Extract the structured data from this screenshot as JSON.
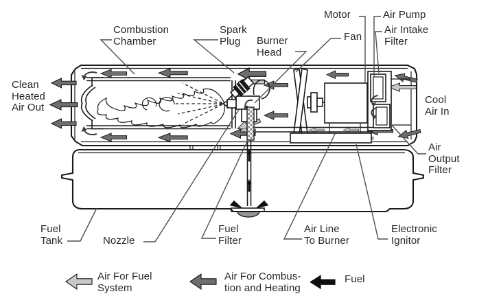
{
  "labels": {
    "combustion_chamber": "Combustion\nChamber",
    "spark_plug": "Spark\nPlug",
    "burner_head": "Burner\nHead",
    "motor": "Motor",
    "fan": "Fan",
    "air_pump": "Air Pump",
    "air_intake_filter": "Air Intake\nFilter",
    "cool_air_in": "Cool\nAir In",
    "air_output_filter": "Air\nOutput\nFilter",
    "clean_heated_air_out": "Clean\nHeated\nAir Out",
    "fuel_tank": "Fuel\nTank",
    "nozzle": "Nozzle",
    "fuel_filter": "Fuel\nFilter",
    "air_line_to_burner": "Air Line\nTo Burner",
    "electronic_ignitor": "Electronic\nIgnitor"
  },
  "legend": {
    "items": [
      {
        "label": "Air For Fuel\nSystem",
        "color": "#c9c9c9"
      },
      {
        "label": "Air For Combus-\ntion and Heating",
        "color": "#6f6f6f"
      },
      {
        "label": "Fuel",
        "color": "#0f0f0f"
      }
    ]
  },
  "colors": {
    "line": "#1a1a1a",
    "air_fuel_system_arrow": "#c9c9c9",
    "air_combustion_heating_arrow": "#6f6f6f",
    "fuel_arrow": "#0f0f0f",
    "background": "#ffffff"
  }
}
